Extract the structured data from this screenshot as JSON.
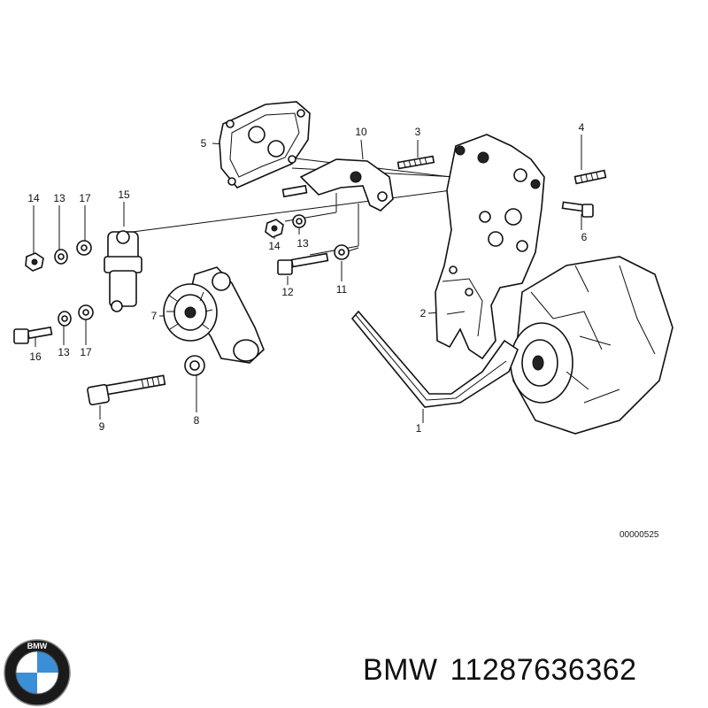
{
  "diagram": {
    "callouts": {
      "p1": "1",
      "p2": "2",
      "p3": "3",
      "p4": "4",
      "p5": "5",
      "p6": "6",
      "p7": "7",
      "p8": "8",
      "p9": "9",
      "p10": "10",
      "p11": "11",
      "p12": "12",
      "p13a": "13",
      "p13b": "13",
      "p13c": "13",
      "p14a": "14",
      "p14b": "14",
      "p15": "15",
      "p16": "16",
      "p17a": "17",
      "p17b": "17"
    },
    "reference_code": "00000525"
  },
  "branding": {
    "logo_icon": "bmw-roundel-icon",
    "logo_text": "BMW",
    "brand": "BMW",
    "part_number": "11287636362"
  },
  "colors": {
    "ink": "#111111",
    "logo_blue": "#3a8fd6",
    "logo_black": "#1a1a1a"
  }
}
